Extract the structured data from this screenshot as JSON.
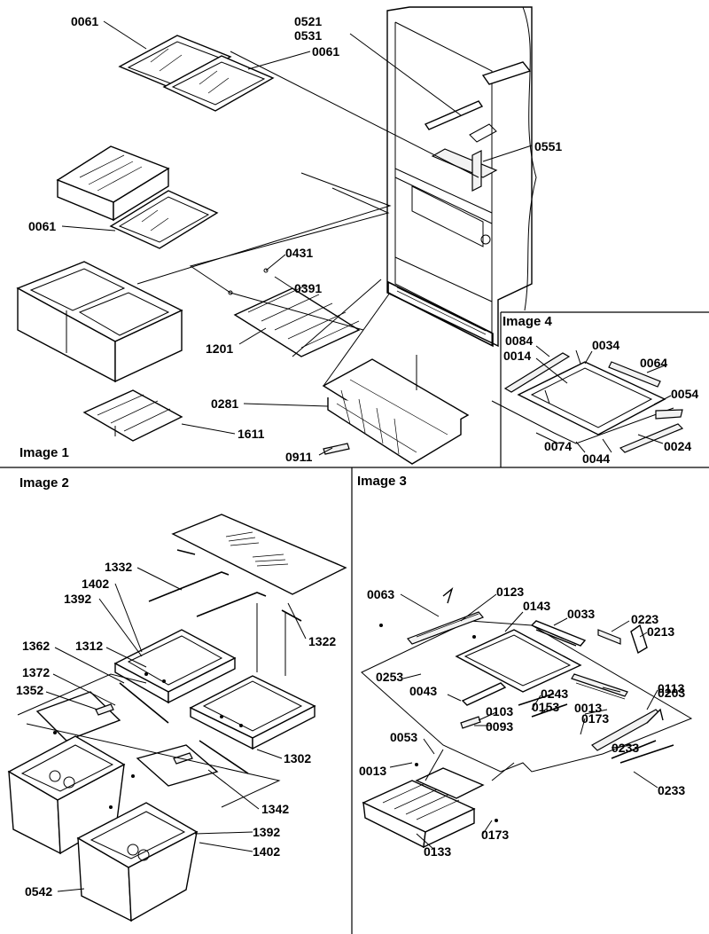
{
  "panels": [
    {
      "id": "image-1",
      "title": "Image 1"
    },
    {
      "id": "image-2",
      "title": "Image 2"
    },
    {
      "id": "image-3",
      "title": "Image 3"
    },
    {
      "id": "image-4",
      "title": "Image 4"
    }
  ],
  "labels": {
    "image1": [
      "0061",
      "0061",
      "0061",
      "0521",
      "0531",
      "0551",
      "0431",
      "0391",
      "1201",
      "0281",
      "1611",
      "0911"
    ],
    "image2": [
      "1332",
      "1402",
      "1392",
      "1312",
      "1362",
      "1372",
      "1352",
      "1322",
      "1302",
      "1342",
      "1392",
      "1402",
      "0542"
    ],
    "image3": [
      "0063",
      "0123",
      "0143",
      "0033",
      "0223",
      "0213",
      "0253",
      "0043",
      "0243",
      "0203",
      "0013",
      "0113",
      "0153",
      "0173",
      "0103",
      "0093",
      "0233",
      "0053",
      "0013",
      "0233",
      "0173",
      "0133"
    ],
    "image4": [
      "0084",
      "0034",
      "0014",
      "0064",
      "0054",
      "0074",
      "0044",
      "0024"
    ]
  }
}
